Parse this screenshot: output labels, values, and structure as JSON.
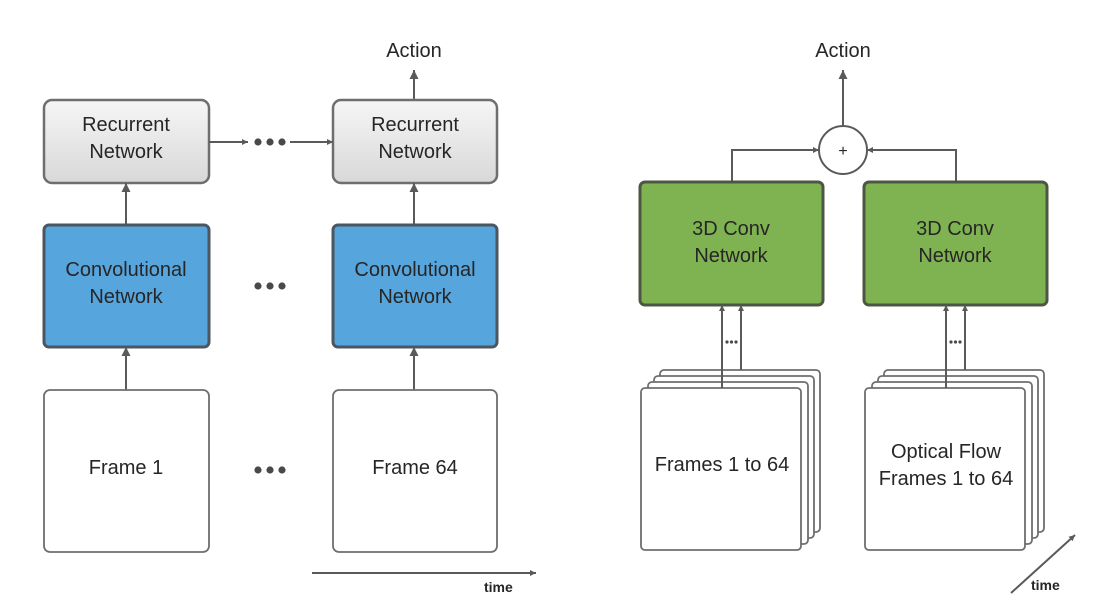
{
  "left_pipeline": {
    "action_label": "Action",
    "rnn_line1": "Recurrent",
    "rnn_line2": "Network",
    "cnn_line1": "Convolutional",
    "cnn_line2": "Network",
    "frame_first": "Frame 1",
    "frame_last": "Frame 64",
    "time_label": "time"
  },
  "right_pipeline": {
    "action_label": "Action",
    "fusion_symbol": "+",
    "conv3d_line1": "3D Conv",
    "conv3d_line2": "Network",
    "rgb_frames_label": "Frames 1 to 64",
    "flow_line1": "Optical Flow",
    "flow_line2": "Frames 1 to 64",
    "time_label": "time"
  },
  "colors": {
    "rnn_fill": "#e3e3e3",
    "cnn_fill": "#57a5dd",
    "conv3d_fill": "#7fb352",
    "line": "#5a5a5a"
  }
}
